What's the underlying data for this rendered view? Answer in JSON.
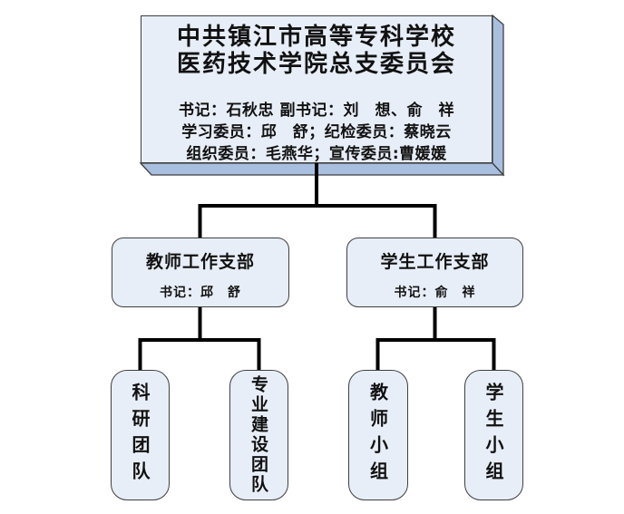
{
  "root": {
    "title_line1": "中共镇江市高等专科学校",
    "title_line2": "医药技术学院总支委员会",
    "members": [
      "书记：石秋忠 副书记：刘　想、俞　祥",
      "学习委员：邱　舒；纪检委员：蔡晓云",
      "组织委员：毛燕华；宣传委员:曹媛媛"
    ]
  },
  "branches": [
    {
      "title": "教师工作支部",
      "secretary": "书记：邱　舒"
    },
    {
      "title": "学生工作支部",
      "secretary": "书记：俞　祥"
    }
  ],
  "leaves": [
    {
      "label": "科研团队"
    },
    {
      "label": "专业建设团队"
    },
    {
      "label": "教师小组"
    },
    {
      "label": "学生小组"
    }
  ],
  "colors": {
    "node_fill": "#e8eef8",
    "node_border": "#3f3f3f",
    "shadow_face": "#a9bfdf",
    "connector": "#000000",
    "background": "#ffffff"
  }
}
